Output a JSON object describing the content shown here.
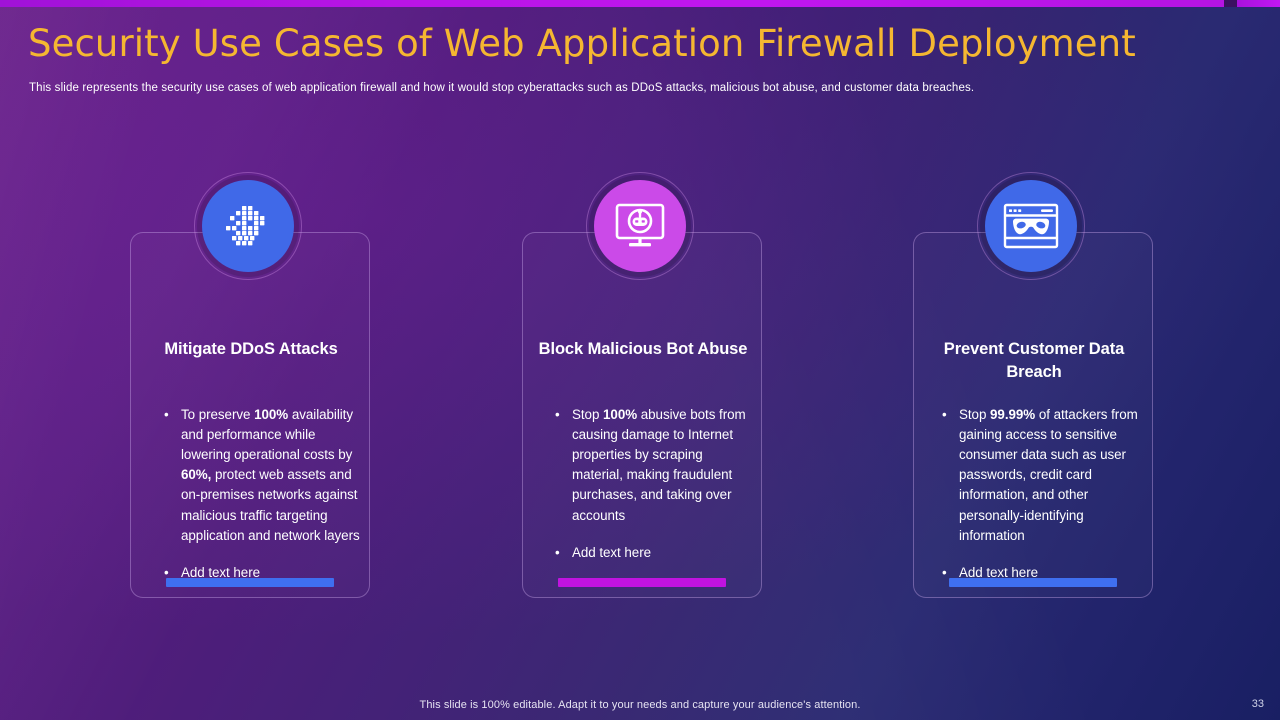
{
  "slide": {
    "title": "Security Use Cases of Web Application Firewall Deployment",
    "subtitle": "This slide represents the security use cases of web application firewall  and how it would stop cyberattacks such as DDoS attacks, malicious bot abuse, and customer data breaches.",
    "title_color": "#f5b731",
    "background_from": "#5e1480",
    "background_to": "#191f63"
  },
  "topbar": {
    "color_left": "#a112d8",
    "color_right": "#c117f2"
  },
  "cards": [
    {
      "icon": "ddos-pixel-cluster-icon",
      "icon_bg": "#4069e8",
      "accent_color": "#3f6ff0",
      "title": "Mitigate DDoS Attacks",
      "bullets": [
        {
          "segments": [
            {
              "text": "To preserve ",
              "bold": false
            },
            {
              "text": "100%",
              "bold": true
            },
            {
              "text": " availability and performance while lowering operational costs by ",
              "bold": false
            },
            {
              "text": "60%,",
              "bold": true
            },
            {
              "text": " protect web assets and on-premises networks against malicious traffic targeting application and network layers",
              "bold": false
            }
          ]
        },
        {
          "segments": [
            {
              "text": "Add text here",
              "bold": false
            }
          ]
        }
      ]
    },
    {
      "icon": "bot-monitor-icon",
      "icon_bg": "#cb4ae8",
      "accent_color": "#c113e0",
      "title": "Block Malicious Bot Abuse",
      "bullets": [
        {
          "segments": [
            {
              "text": "Stop ",
              "bold": false
            },
            {
              "text": "100%",
              "bold": true
            },
            {
              "text": " abusive bots from causing damage to Internet  properties by scraping material, making fraudulent  purchases,  and taking over accounts",
              "bold": false
            }
          ]
        },
        {
          "segments": [
            {
              "text": "Add text here",
              "bold": false
            }
          ]
        }
      ]
    },
    {
      "icon": "browser-bandit-mask-icon",
      "icon_bg": "#4069e8",
      "accent_color": "#3f6ff0",
      "title": "Prevent Customer Data Breach",
      "bullets": [
        {
          "segments": [
            {
              "text": "Stop ",
              "bold": false
            },
            {
              "text": "99.99%",
              "bold": true
            },
            {
              "text": " of attackers from gaining access to sensitive consumer  data such as user passwords, credit card information,  and other personally-identifying information",
              "bold": false
            }
          ]
        },
        {
          "segments": [
            {
              "text": "Add text here",
              "bold": false
            }
          ]
        }
      ]
    }
  ],
  "footer": {
    "note": "This slide is 100% editable. Adapt it to your needs and capture your audience's attention.",
    "page_number": "33"
  }
}
